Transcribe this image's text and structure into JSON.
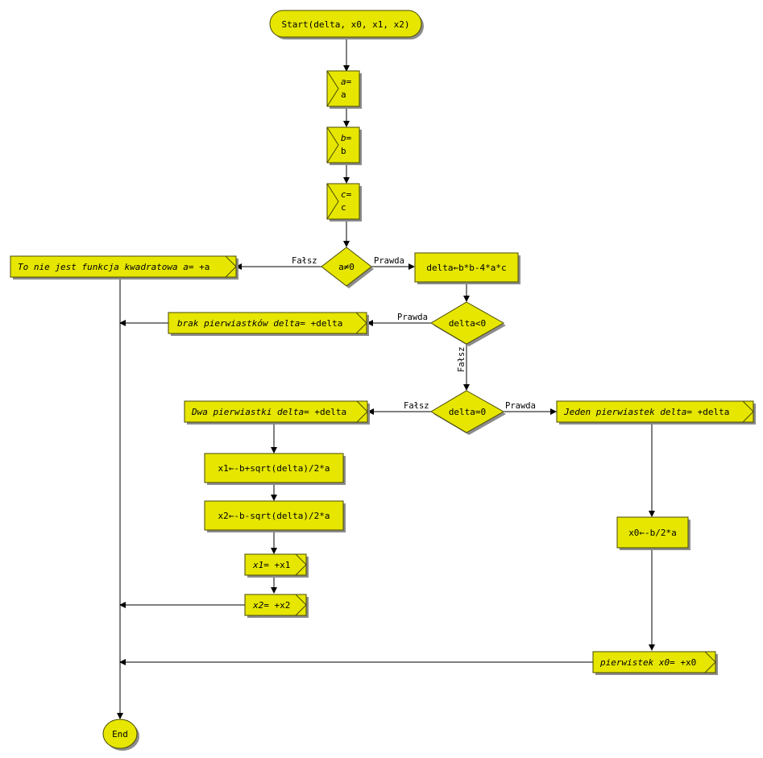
{
  "nodes": {
    "start": "Start(delta, x0, x1, x2)",
    "in_a": {
      "prompt": "a=",
      "var": "a"
    },
    "in_b": {
      "prompt": "b=",
      "var": "b"
    },
    "in_c": {
      "prompt": "c=",
      "var": "c"
    },
    "dec_a": "a≠0",
    "out_not_quad": {
      "prefix": "To nie jest funkcja kwadratowa a=",
      "suffix": " +a"
    },
    "calc_delta": "delta←b*b-4*a*c",
    "dec_delta_lt": "delta<0",
    "out_no_roots": {
      "prefix": "brak pierwiastków delta=",
      "suffix": " +delta"
    },
    "dec_delta_eq": "delta=0",
    "out_two_roots": {
      "prefix": "Dwa pierwiastki delta=",
      "suffix": " +delta"
    },
    "out_one_root": {
      "prefix": "Jeden pierwiastek delta=",
      "suffix": " +delta"
    },
    "calc_x1": "x1←-b+sqrt(delta)/2*a",
    "calc_x2": "x2←-b-sqrt(delta)/2*a",
    "out_x1": {
      "prefix": "x1=",
      "suffix": " +x1"
    },
    "out_x2": {
      "prefix": "x2=",
      "suffix": " +x2"
    },
    "calc_x0": "x0←-b/2*a",
    "out_x0": {
      "prefix": "pierwistek x0=",
      "suffix": " +x0"
    },
    "end": "End"
  },
  "edge_labels": {
    "dec_a_false": "Fałsz",
    "dec_a_true": "Prawda",
    "dec_lt_true": "Prawda",
    "dec_lt_false": "Fałsz",
    "dec_eq_false": "Fałsz",
    "dec_eq_true": "Prawda"
  },
  "colors": {
    "node_fill": "#e6e600",
    "node_stroke": "#4a4a00",
    "shadow": "#8c8c8c",
    "edge": "#000000"
  }
}
